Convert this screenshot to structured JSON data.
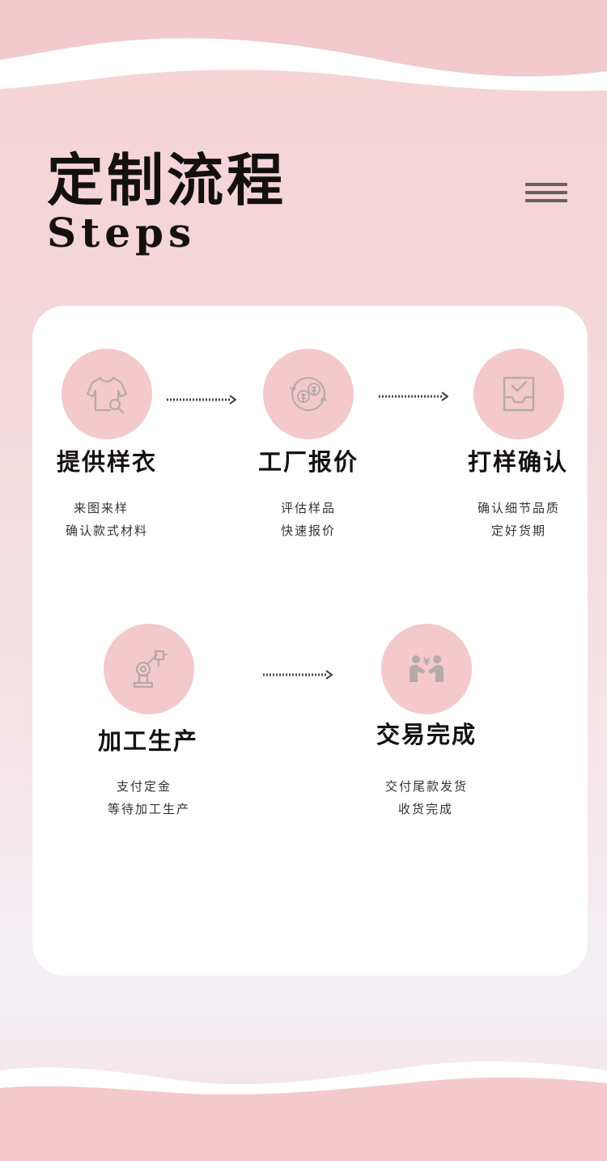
{
  "header": {
    "title_cn": "定制流程",
    "title_en": "Steps",
    "menu_icon": "hamburger-menu-icon"
  },
  "colors": {
    "background_pink": "#f6d3d5",
    "circle_pink": "#f4c9cb",
    "icon_gray": "#b5a9aa",
    "title_text": "#151010",
    "card": "#ffffff"
  },
  "steps": [
    {
      "icon": "shirt-search-icon",
      "title": "提供样衣",
      "desc_line1": "来图来样",
      "desc_line2": "确认款式材料"
    },
    {
      "icon": "currency-exchange-icon",
      "title": "工厂报价",
      "desc_line1": "评估样品",
      "desc_line2": "快速报价"
    },
    {
      "icon": "inbox-check-icon",
      "title": "打样确认",
      "desc_line1": "确认细节品质",
      "desc_line2": "定好货期"
    },
    {
      "icon": "robot-arm-icon",
      "title": "加工生产",
      "desc_line1": "支付定金",
      "desc_line2": "等待加工生产"
    },
    {
      "icon": "handshake-yuan-icon",
      "title": "交易完成",
      "desc_line1": "交付尾款发货",
      "desc_line2": "收货完成"
    }
  ]
}
